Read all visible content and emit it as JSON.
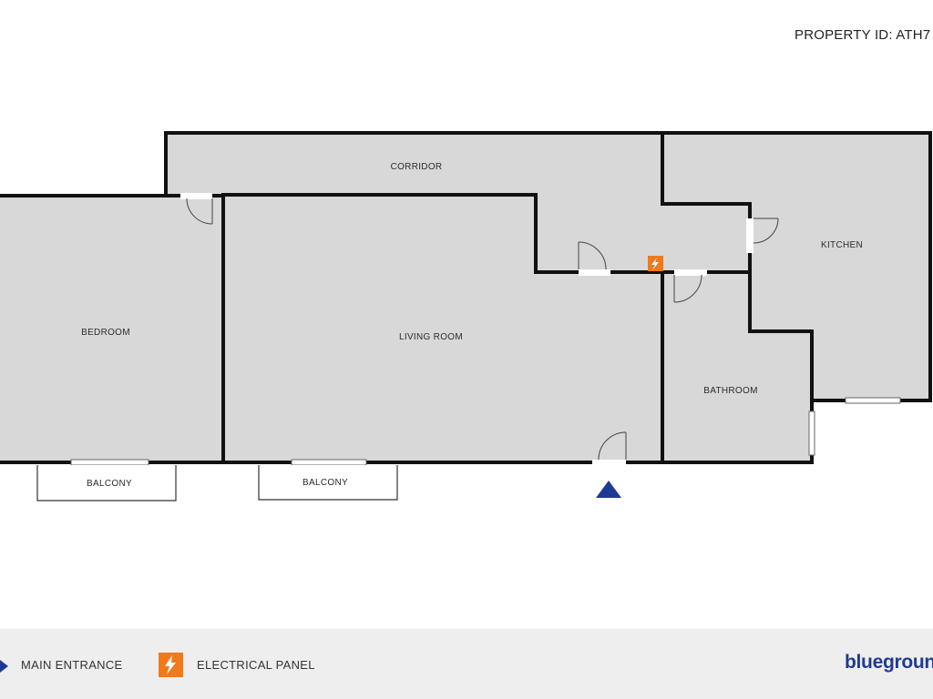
{
  "header": {
    "property_id": "PROPERTY ID: ATH7"
  },
  "rooms": {
    "corridor": "CORRIDOR",
    "bedroom": "BEDROOM",
    "living_room": "LIVING ROOM",
    "kitchen": "KITCHEN",
    "bathroom": "BATHROOM",
    "balcony_1": "BALCONY",
    "balcony_2": "BALCONY"
  },
  "legend": {
    "main_entrance": "MAIN ENTRANCE",
    "electrical_panel": "ELECTRICAL PANEL"
  },
  "brand": {
    "name": "bluegroun"
  },
  "colors": {
    "room_fill": "#d8d8d8",
    "wall": "#111111",
    "entrance_marker": "#1f3a93",
    "electrical_panel": "#f07a1a",
    "legend_bg": "#eeeeee"
  },
  "icons": {
    "entrance": "triangle-icon",
    "electrical": "lightning-icon"
  }
}
